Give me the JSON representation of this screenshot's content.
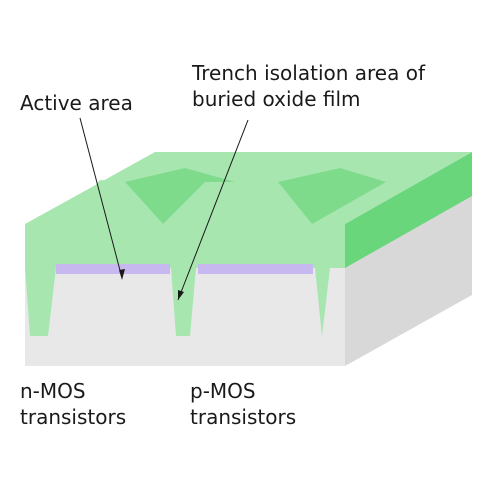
{
  "labels": {
    "trench": [
      "Trench isolation area of",
      "buried oxide film"
    ],
    "active": [
      "Active area"
    ],
    "nmos": [
      "n-MOS",
      "transistors"
    ],
    "pmos": [
      "p-MOS",
      "transistors"
    ]
  },
  "colors": {
    "oxide": "#a8e6b0",
    "oxide_dark": "#7edb8c",
    "oxide_side": "#6ad67c",
    "substrate_front": "#e8e8e8",
    "substrate_side": "#d8d8d8",
    "active_layer": "#c8b8f0",
    "leader": "#1a1a1a"
  }
}
